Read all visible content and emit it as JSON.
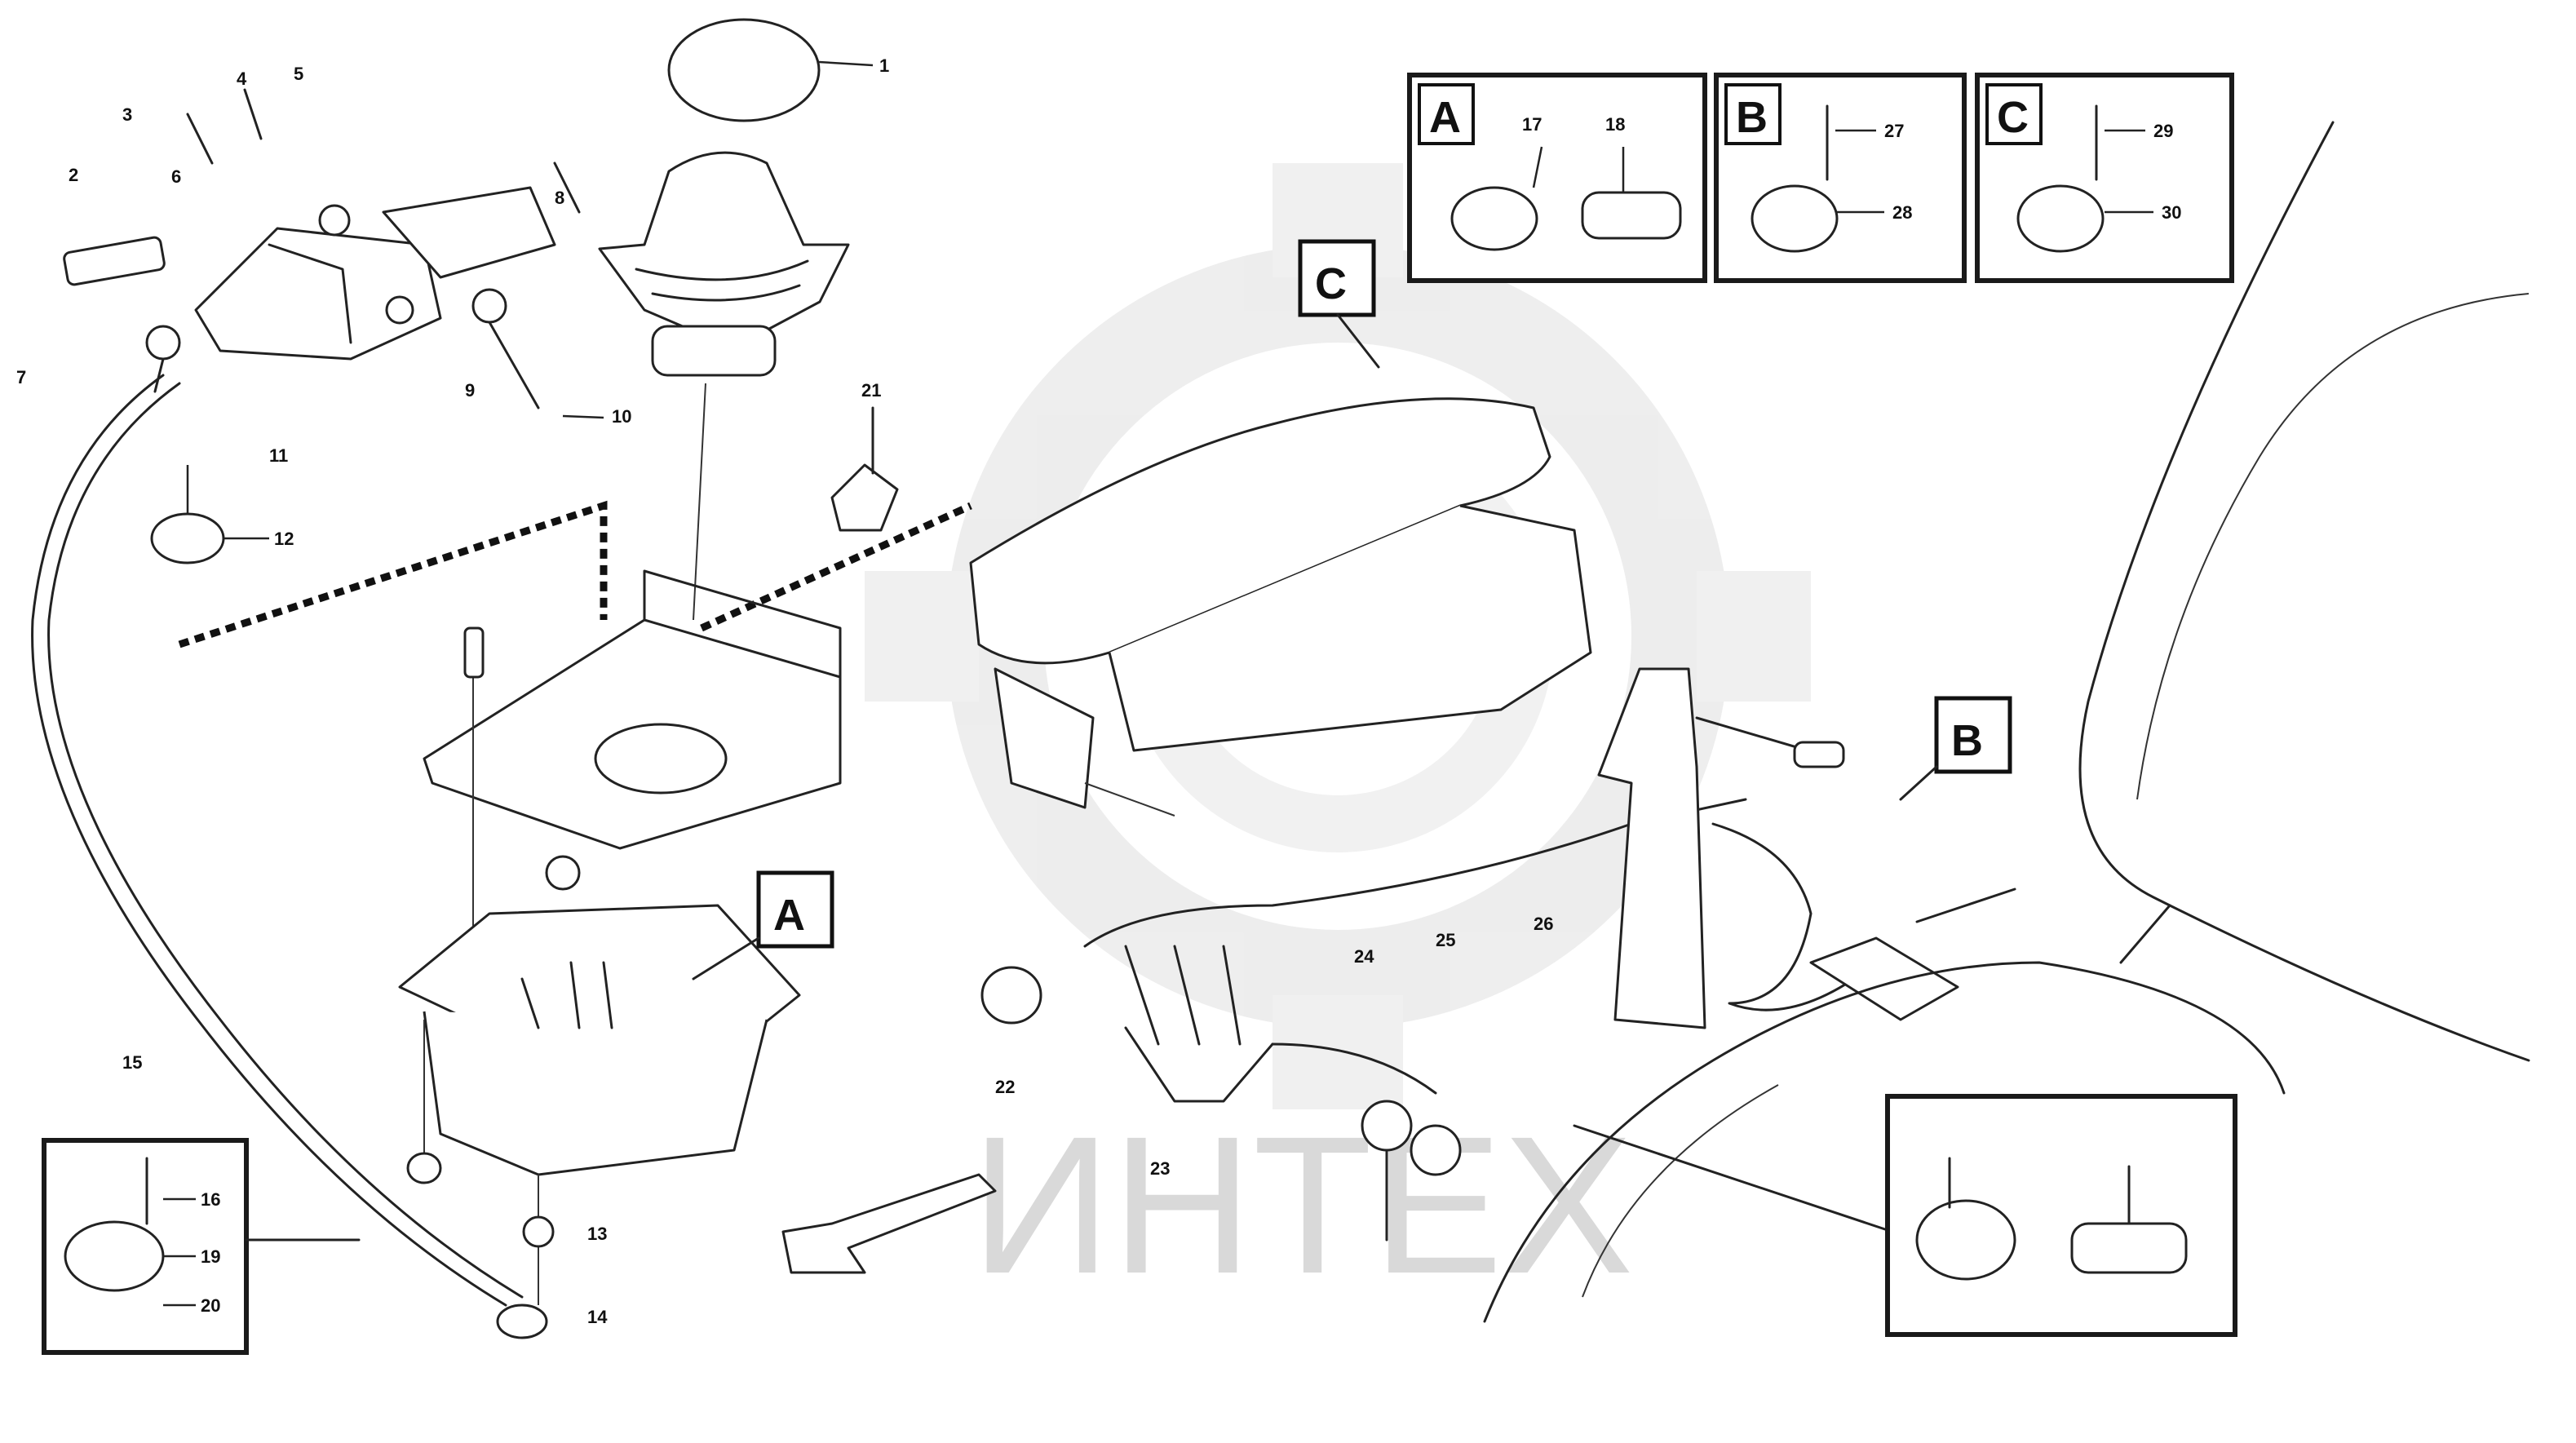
{
  "watermark": {
    "text": "ИНТЕХ",
    "color": "#d9d9d9",
    "gear_color": "#e4e4e4"
  },
  "detail_labels": {
    "a": "A",
    "b": "B",
    "c": "C"
  },
  "footer_code": "",
  "callouts": {
    "c1": "1",
    "c2": "2",
    "c3": "3",
    "c4": "4",
    "c5": "5",
    "c6": "6",
    "c7": "7",
    "c8": "8",
    "c9": "9",
    "c10": "10",
    "c11": "11",
    "c12": "12",
    "c13": "13",
    "c14": "14",
    "c15": "15",
    "c16": "16",
    "c17": "17",
    "c18": "18",
    "c19": "19",
    "c20": "20",
    "c21": "21",
    "c22": "22",
    "c23": "23",
    "c24": "24",
    "c25": "25",
    "c26": "26",
    "c27": "27",
    "c28": "28",
    "c29": "29",
    "c30": "30"
  }
}
